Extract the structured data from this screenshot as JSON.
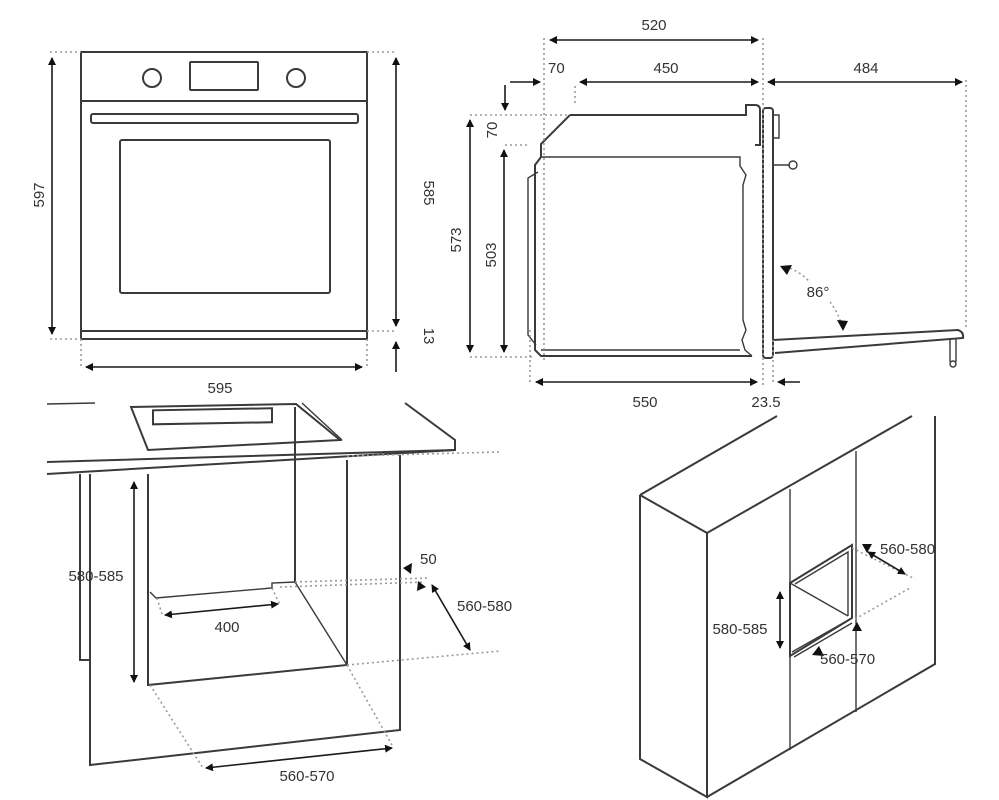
{
  "title": "Built-in oven installation dimensions (mm)",
  "colors": {
    "line": "#3a3a3a",
    "text": "#333333",
    "guide": "#9a9a9a",
    "background": "#ffffff"
  },
  "front_view": {
    "height_total": "597",
    "height_body": "585",
    "bottom_gap": "13",
    "width": "595"
  },
  "side_view": {
    "depth_overall": "520",
    "top_offset": "70",
    "top_depth": "450",
    "door_open_reach": "484",
    "front_bevel_height": "70",
    "height_total": "573",
    "cavity_height": "503",
    "body_depth": "550",
    "door_thickness": "23.5",
    "door_angle": "86°"
  },
  "under_counter": {
    "niche_height": "580-585",
    "rear_vent_depth": "400",
    "vent_gap": "50",
    "niche_depth": "560-580",
    "niche_width": "560-570"
  },
  "tall_unit": {
    "niche_depth": "560-580",
    "niche_height": "580-585",
    "niche_width": "560-570"
  }
}
